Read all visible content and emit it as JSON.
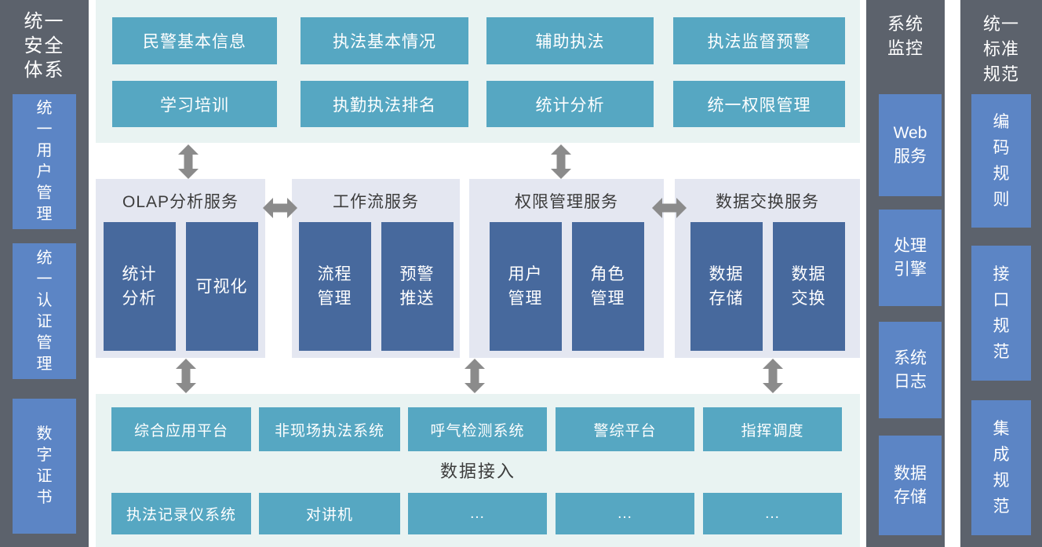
{
  "colors": {
    "sidebar_gray": "#5c626c",
    "sidebar_blue": "#5c85c5",
    "teal": "#56a7c2",
    "mint_background": "#e9f3f2",
    "panel_lavender": "#e4e7f1",
    "navy": "#47699d",
    "arrow_gray": "#8b8b8b",
    "dark_text": "#3c3c3c"
  },
  "left_sidebar": {
    "title": "统一\n安全\n体系",
    "items": [
      {
        "label": "统\n一\n用\n户\n管\n理"
      },
      {
        "label": "统\n一\n认\n证\n管\n理"
      },
      {
        "label": "数\n字\n证\n书"
      }
    ]
  },
  "top_band": {
    "rows": [
      {
        "items": [
          "民警基本信息",
          "执法基本情况",
          "辅助执法",
          "执法监督预警"
        ]
      },
      {
        "items": [
          "学习培训",
          "执勤执法排名",
          "统计分析",
          "统一权限管理"
        ]
      }
    ]
  },
  "services": {
    "panels": [
      {
        "title": "OLAP分析服务",
        "boxes": [
          "统计\n分析",
          "可视化"
        ]
      },
      {
        "title": "工作流服务",
        "boxes": [
          "流程\n管理",
          "预警\n推送"
        ]
      },
      {
        "title": "权限管理服务",
        "boxes": [
          "用户\n管理",
          "角色\n管理"
        ]
      },
      {
        "title": "数据交换服务",
        "boxes": [
          "数据\n存储",
          "数据\n交换"
        ]
      }
    ]
  },
  "access_band": {
    "row1": [
      "综合应用平台",
      "非现场执法系统",
      "呼气检测系统",
      "警综平台",
      "指挥调度"
    ],
    "label": "数据接入",
    "row2": [
      "执法记录仪系统",
      "对讲机",
      "...",
      "...",
      "..."
    ]
  },
  "monitor": {
    "title": "系统\n监控",
    "items": [
      {
        "label": "Web\n服务"
      },
      {
        "label": "处理\n引擎"
      },
      {
        "label": "系统\n日志"
      },
      {
        "label": "数据\n存储"
      }
    ]
  },
  "standards": {
    "title": "统一\n标准\n规范",
    "items": [
      {
        "label": "编\n码\n规\n则"
      },
      {
        "label": "接\n口\n规\n范"
      },
      {
        "label": "集\n成\n规\n范"
      }
    ]
  }
}
